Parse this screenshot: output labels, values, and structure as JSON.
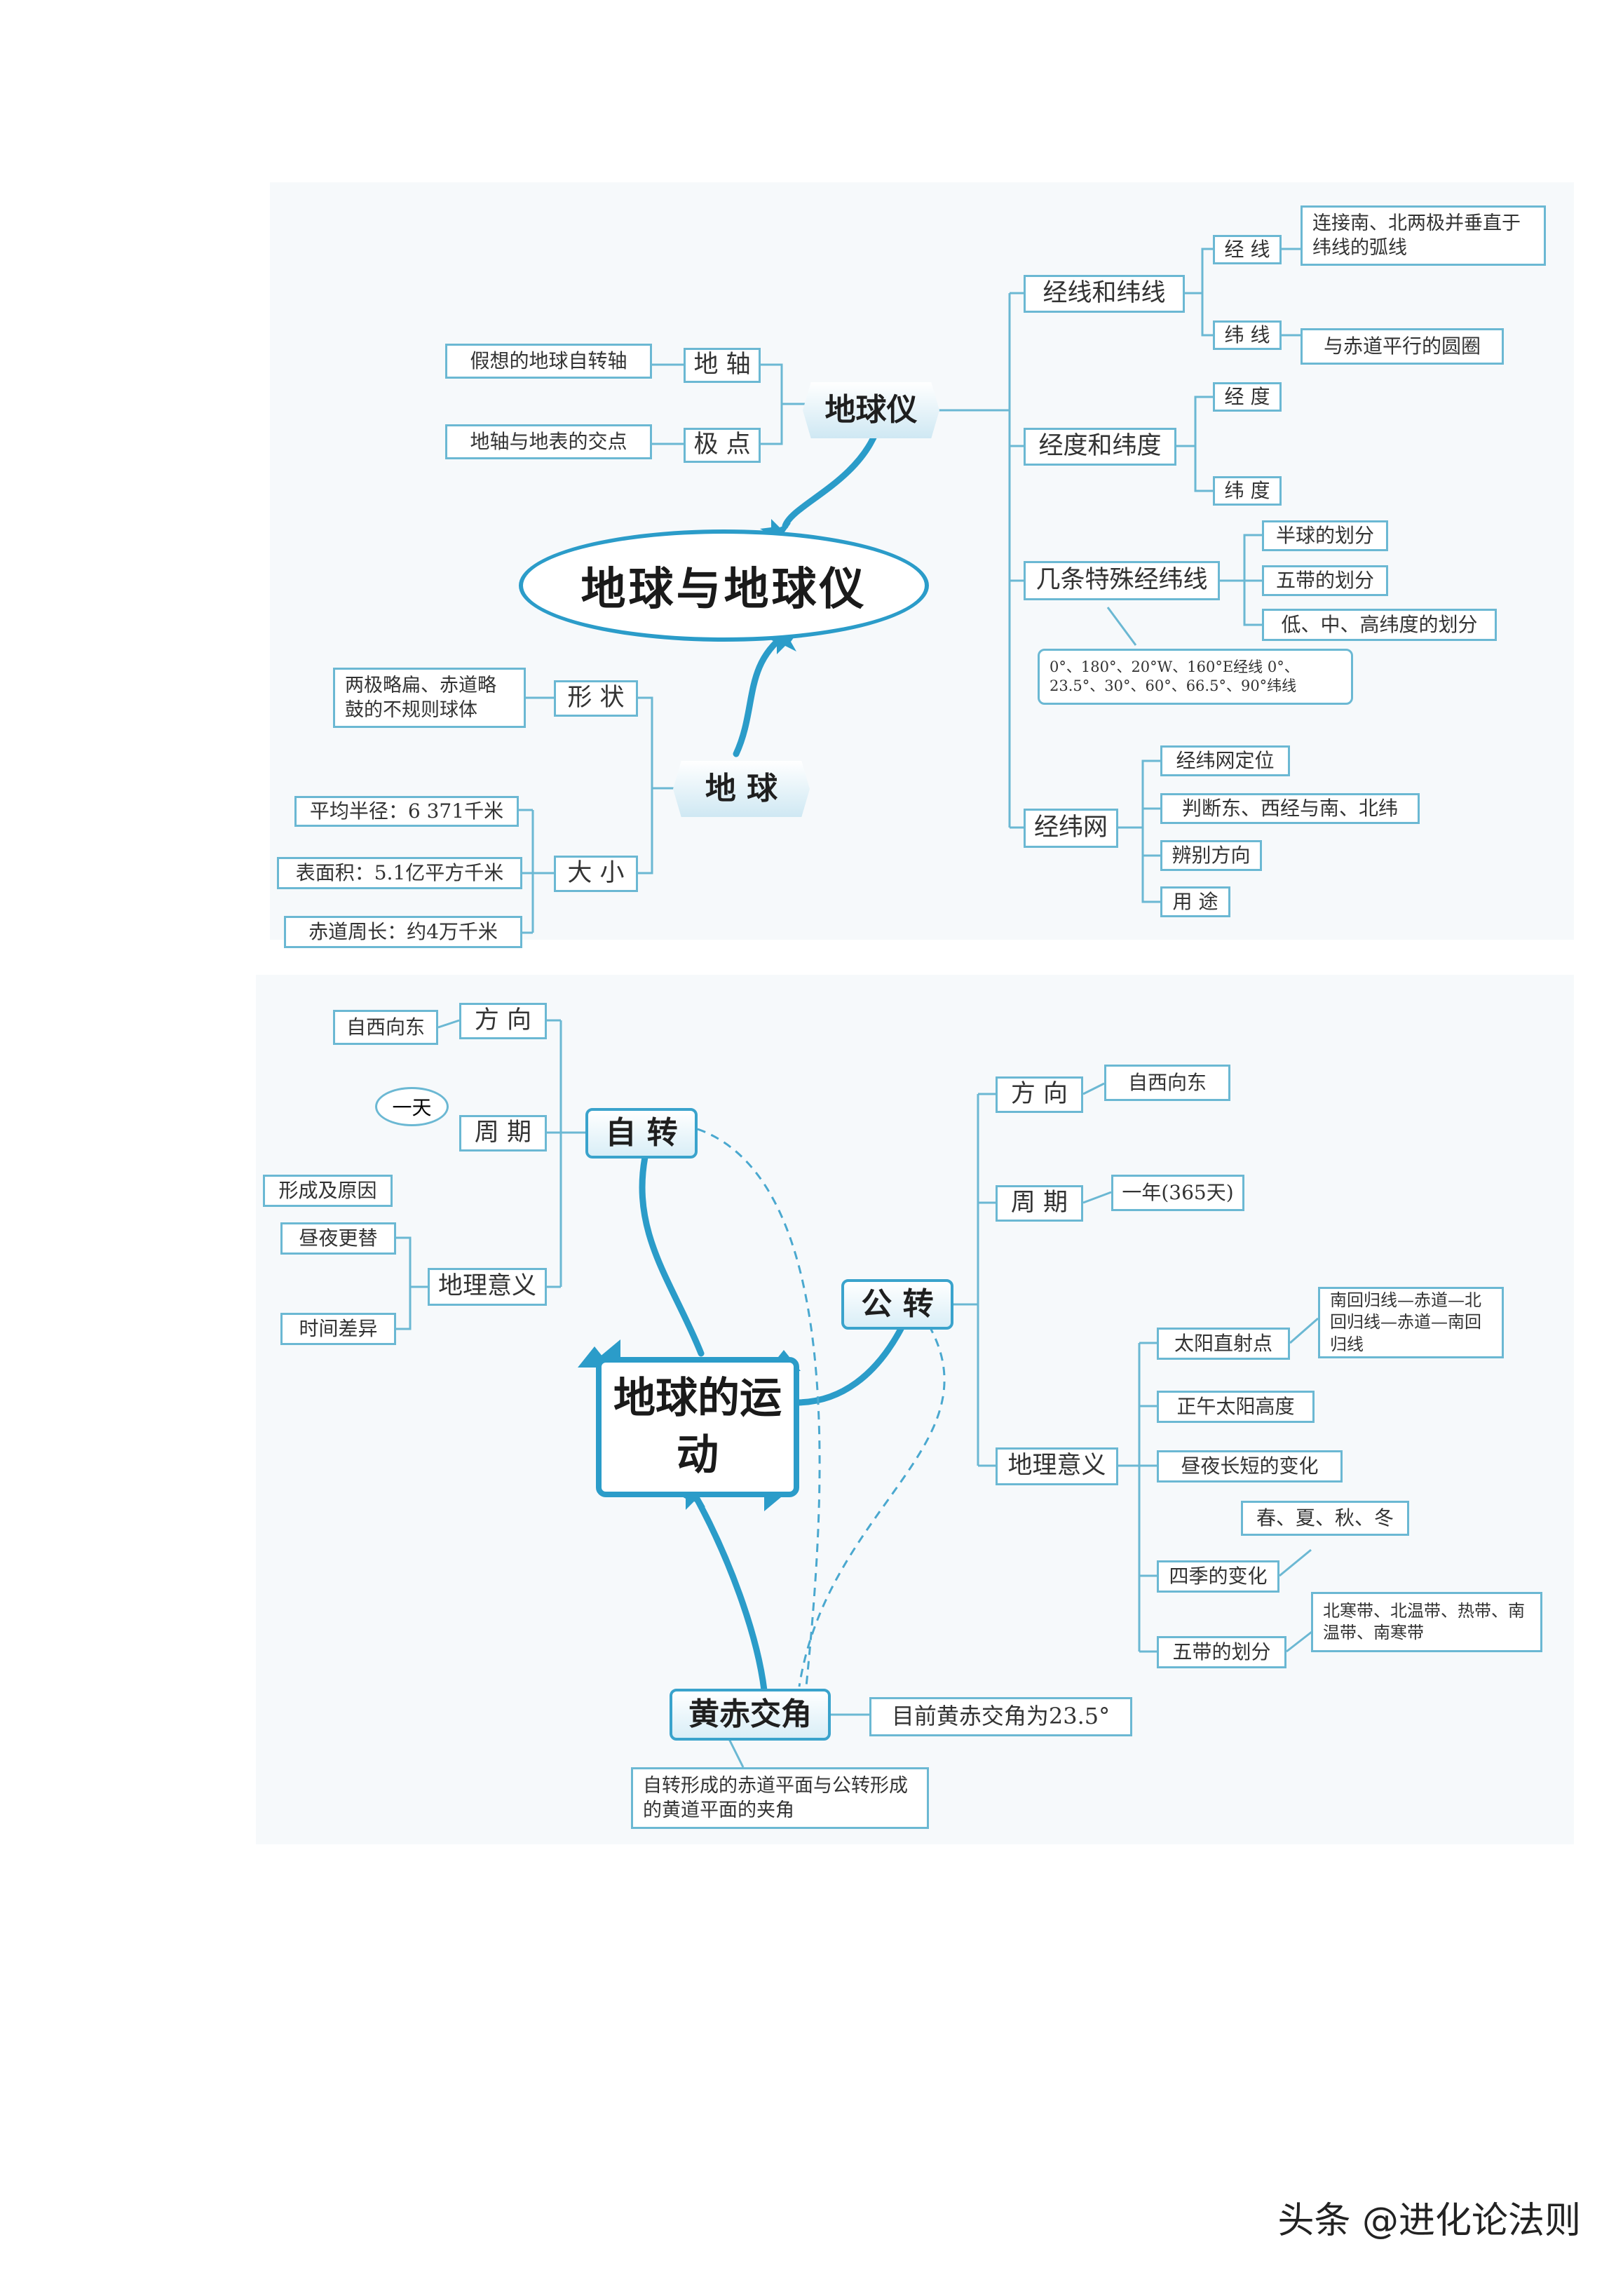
{
  "colors": {
    "line": "#2b9cc9",
    "box_border": "#6bb8d3",
    "panel": "#f6f9fb"
  },
  "map1": {
    "center": "地球与地球仪",
    "globe_model": "地球仪",
    "axis": "地 轴",
    "axis_desc": "假想的地球自转轴",
    "pole": "极 点",
    "pole_desc": "地轴与地表的交点",
    "lines": "经线和纬线",
    "meridian": "经 线",
    "meridian_desc": "连接南、北两极并垂直于纬线的弧线",
    "parallel": "纬 线",
    "parallel_desc": "与赤道平行的圆圈",
    "degrees": "经度和纬度",
    "longitude": "经 度",
    "latitude": "纬 度",
    "special": "几条特殊经纬线",
    "hemisphere": "半球的划分",
    "zones": "五带的划分",
    "lat_levels": "低、中、高纬度的划分",
    "special_list": "0°、180°、20°W、160°E经线 0°、23.5°、30°、60°、66.5°、90°纬线",
    "grid": "经纬网",
    "grid_items": [
      "经纬网定位",
      "判断东、西经与南、北纬",
      "辨别方向",
      "用 途"
    ],
    "earth": "地  球",
    "shape": "形 状",
    "shape_desc": "两极略扁、赤道略鼓的不规则球体",
    "size": "大 小",
    "size_items": [
      "平均半径：6 371千米",
      "表面积：5.1亿平方千米",
      "赤道周长：约4万千米"
    ]
  },
  "map2": {
    "center": "地球的运动",
    "rotation": "自 转",
    "rot_dir": "方 向",
    "rot_dir_desc": "自西向东",
    "rot_period": "周 期",
    "rot_period_desc": "一天",
    "rot_sig": "地理意义",
    "rot_sig_items": [
      "形成及原因",
      "昼夜更替",
      "时间差异"
    ],
    "revolution": "公 转",
    "rev_dir": "方 向",
    "rev_dir_desc": "自西向东",
    "rev_period": "周 期",
    "rev_period_desc": "一年(365天)",
    "rev_sig": "地理意义",
    "direct_sun": "太阳直射点",
    "direct_sun_desc": "南回归线—赤道—北回归线—赤道—南回归线",
    "noon_sun": "正午太阳高度",
    "day_length": "昼夜长短的变化",
    "seasons": "四季的变化",
    "seasons_desc": "春、夏、秋、冬",
    "five_zones": "五带的划分",
    "five_zones_desc": "北寒带、北温带、热带、南温带、南寒带",
    "obliquity": "黄赤交角",
    "obliquity_value": "目前黄赤交角为23.5°",
    "obliquity_desc": "自转形成的赤道平面与公转形成的黄道平面的夹角"
  },
  "watermark": "头条 @进化论法则"
}
